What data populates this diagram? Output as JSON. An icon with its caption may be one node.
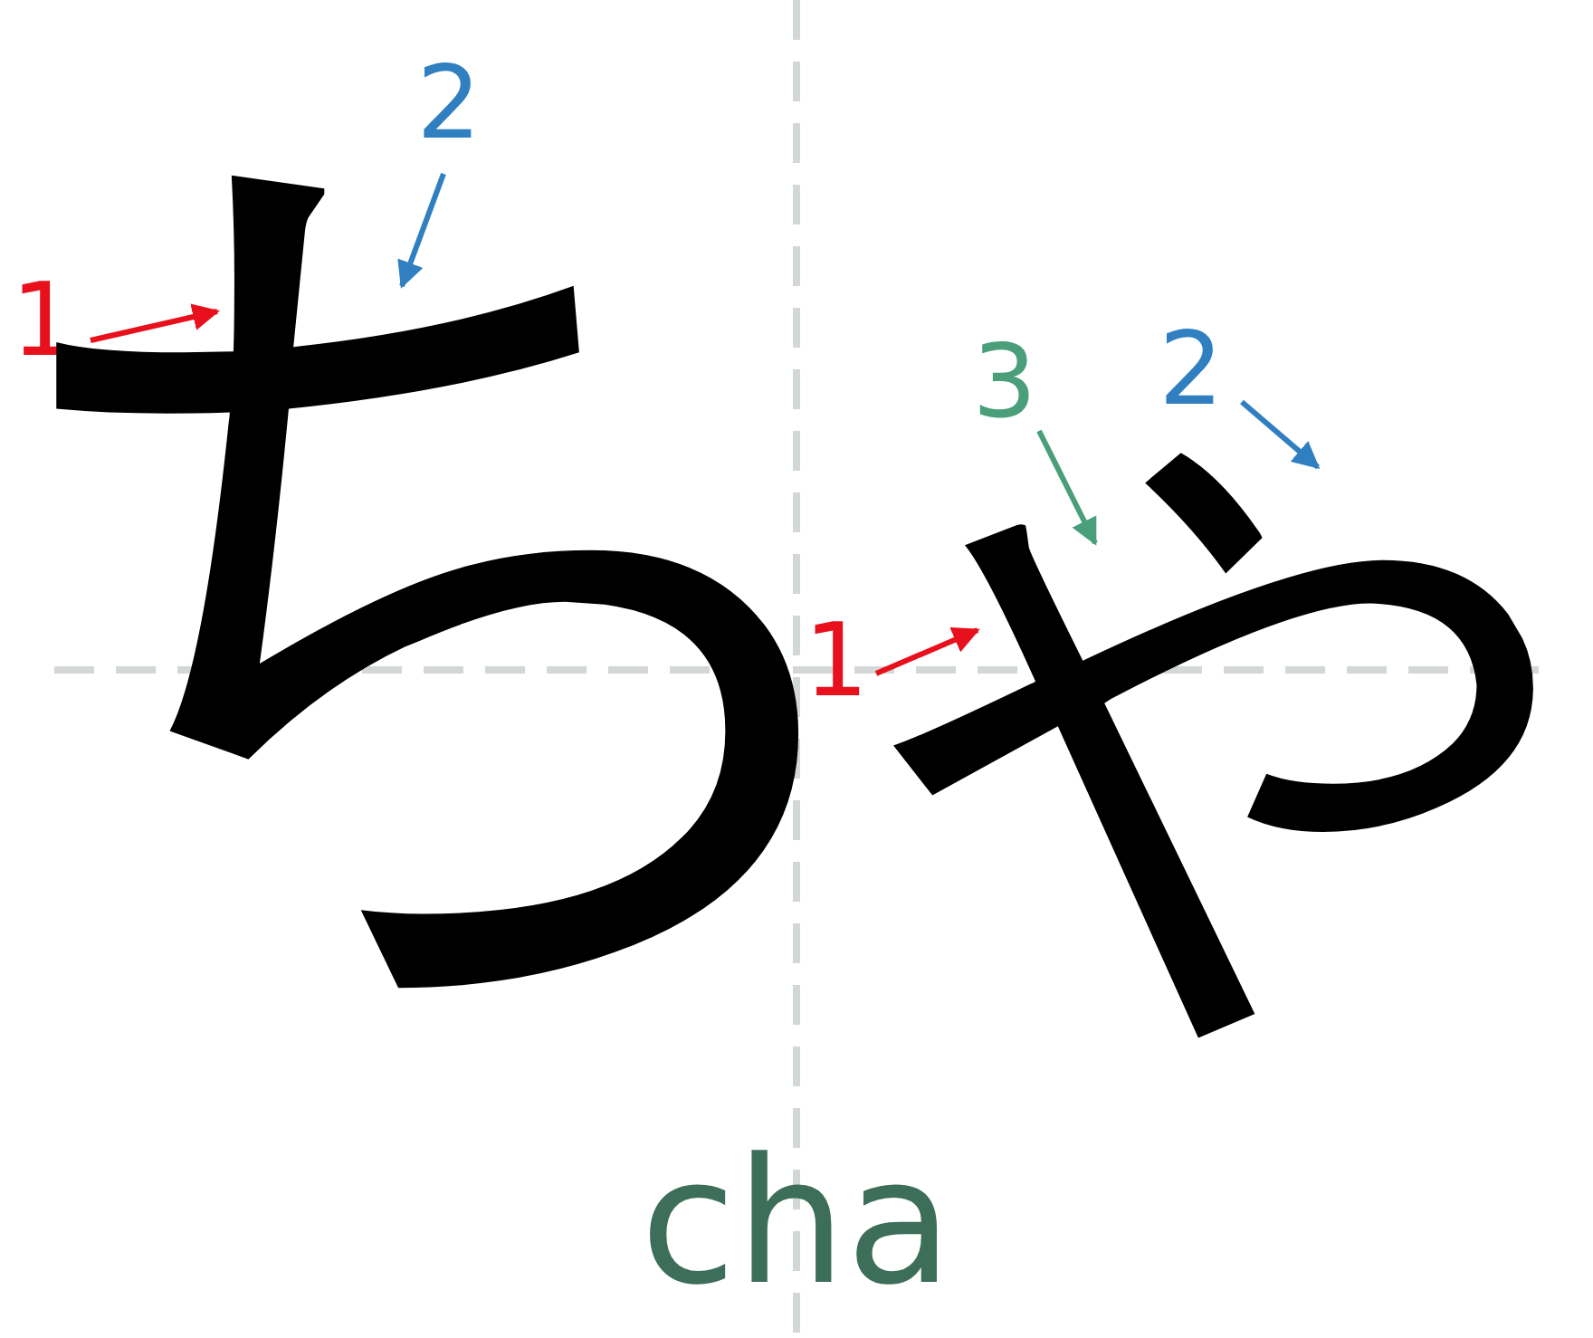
{
  "diagram": {
    "labels": [
      "2",
      "1",
      "ち",
      "3",
      "2",
      "1",
      "ゃ",
      "cha"
    ]
  }
}
